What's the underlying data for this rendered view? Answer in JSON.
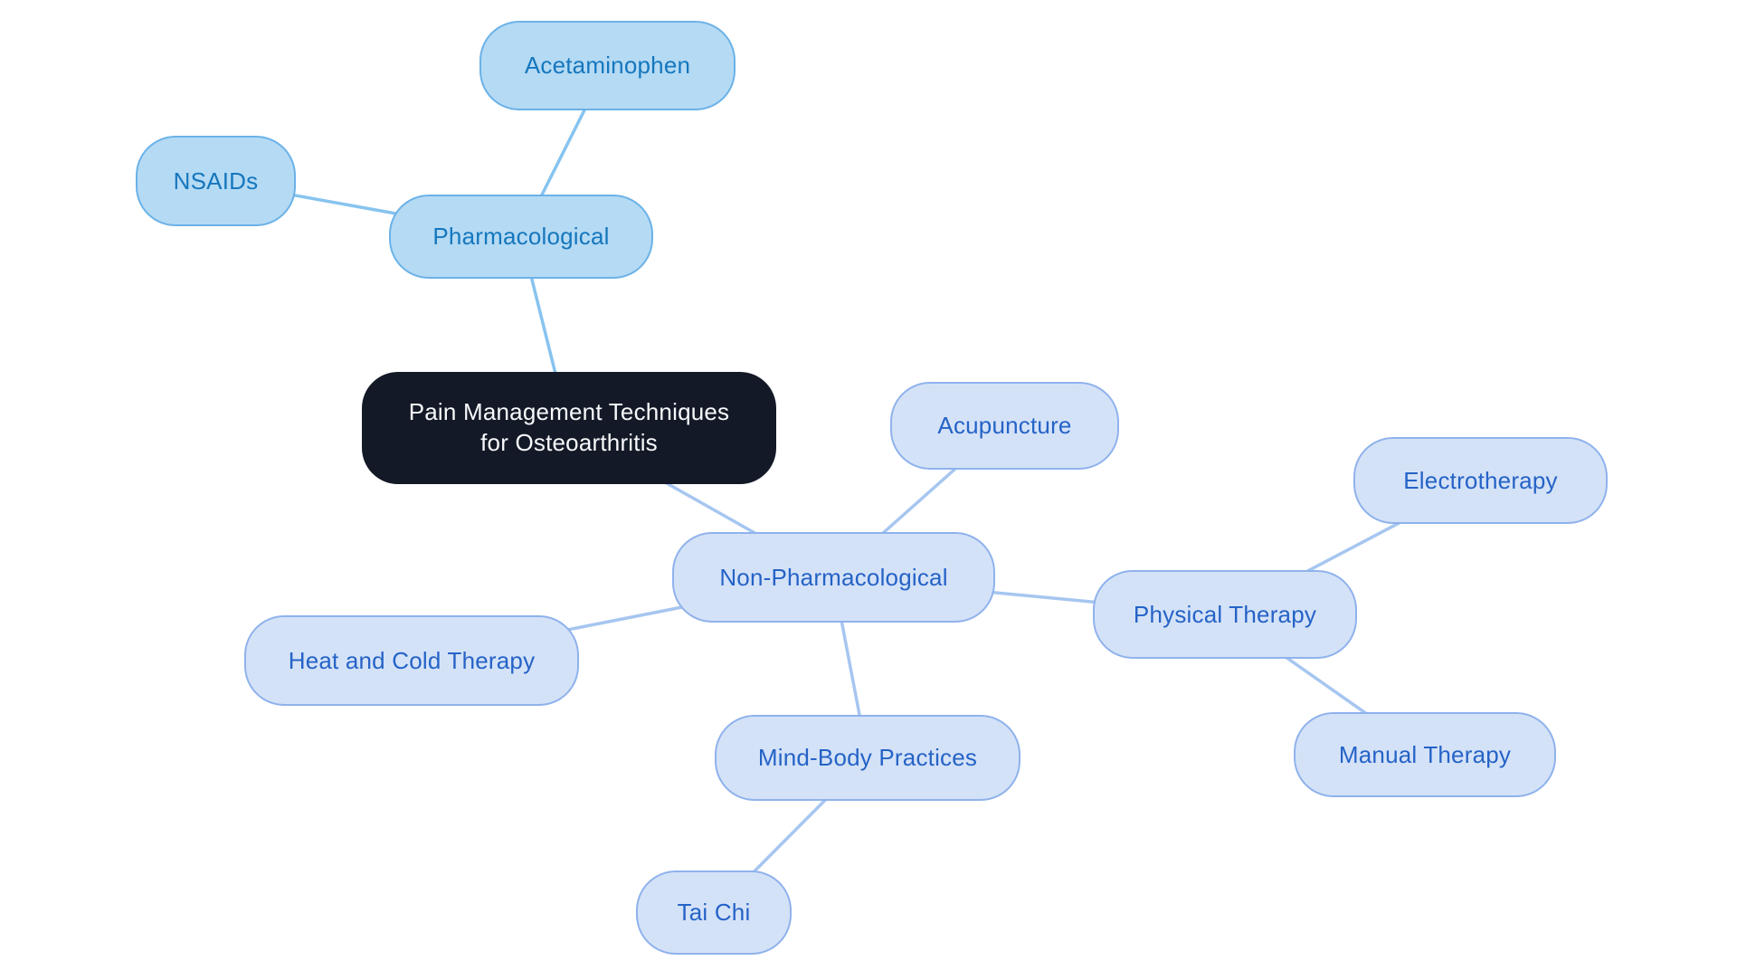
{
  "page": {
    "kind": "mindmap-canvas",
    "background_color": "#ffffff"
  },
  "palette": {
    "central_fill": "#131926",
    "central_text": "#f7f9fb",
    "sky_fill": "#b5daf4",
    "sky_border": "#6bb2e8",
    "sky_text": "#1577bd",
    "sky_edge": "#87c3ef",
    "periwinkle_fill": "#d4e2f8",
    "periwinkle_border": "#8fb2ec",
    "periwinkle_text": "#2563c6",
    "periwinkle_edge": "#a6c6f0"
  },
  "mindmap": {
    "nodes": {
      "central": {
        "label": "Pain Management Techniques for Osteoarthritis",
        "level": 0,
        "branch": "root"
      },
      "pharmacological": {
        "label": "Pharmacological",
        "level": 1,
        "branch": "sky"
      },
      "acetaminophen": {
        "label": "Acetaminophen",
        "level": 2,
        "branch": "sky"
      },
      "nsaids": {
        "label": "NSAIDs",
        "level": 2,
        "branch": "sky"
      },
      "non_pharmacological": {
        "label": "Non-Pharmacological",
        "level": 1,
        "branch": "periwinkle"
      },
      "acupuncture": {
        "label": "Acupuncture",
        "level": 2,
        "branch": "periwinkle"
      },
      "physical_therapy": {
        "label": "Physical Therapy",
        "level": 2,
        "branch": "periwinkle"
      },
      "electrotherapy": {
        "label": "Electrotherapy",
        "level": 3,
        "branch": "periwinkle"
      },
      "heat_and_cold_therapy": {
        "label": "Heat and Cold Therapy",
        "level": 2,
        "branch": "periwinkle"
      },
      "mind_body_practices": {
        "label": "Mind-Body Practices",
        "level": 2,
        "branch": "periwinkle"
      },
      "manual_therapy": {
        "label": "Manual Therapy",
        "level": 3,
        "branch": "periwinkle"
      },
      "tai_chi": {
        "label": "Tai Chi",
        "level": 3,
        "branch": "periwinkle"
      }
    },
    "edges": [
      {
        "from": "central",
        "to": "pharmacological",
        "branch": "sky"
      },
      {
        "from": "pharmacological",
        "to": "acetaminophen",
        "branch": "sky"
      },
      {
        "from": "pharmacological",
        "to": "nsaids",
        "branch": "sky"
      },
      {
        "from": "central",
        "to": "non_pharmacological",
        "branch": "periwinkle"
      },
      {
        "from": "non_pharmacological",
        "to": "acupuncture",
        "branch": "periwinkle"
      },
      {
        "from": "non_pharmacological",
        "to": "physical_therapy",
        "branch": "periwinkle"
      },
      {
        "from": "non_pharmacological",
        "to": "heat_and_cold_therapy",
        "branch": "periwinkle"
      },
      {
        "from": "non_pharmacological",
        "to": "mind_body_practices",
        "branch": "periwinkle"
      },
      {
        "from": "physical_therapy",
        "to": "electrotherapy",
        "branch": "periwinkle"
      },
      {
        "from": "physical_therapy",
        "to": "manual_therapy",
        "branch": "periwinkle"
      },
      {
        "from": "mind_body_practices",
        "to": "tai_chi",
        "branch": "periwinkle"
      }
    ]
  }
}
